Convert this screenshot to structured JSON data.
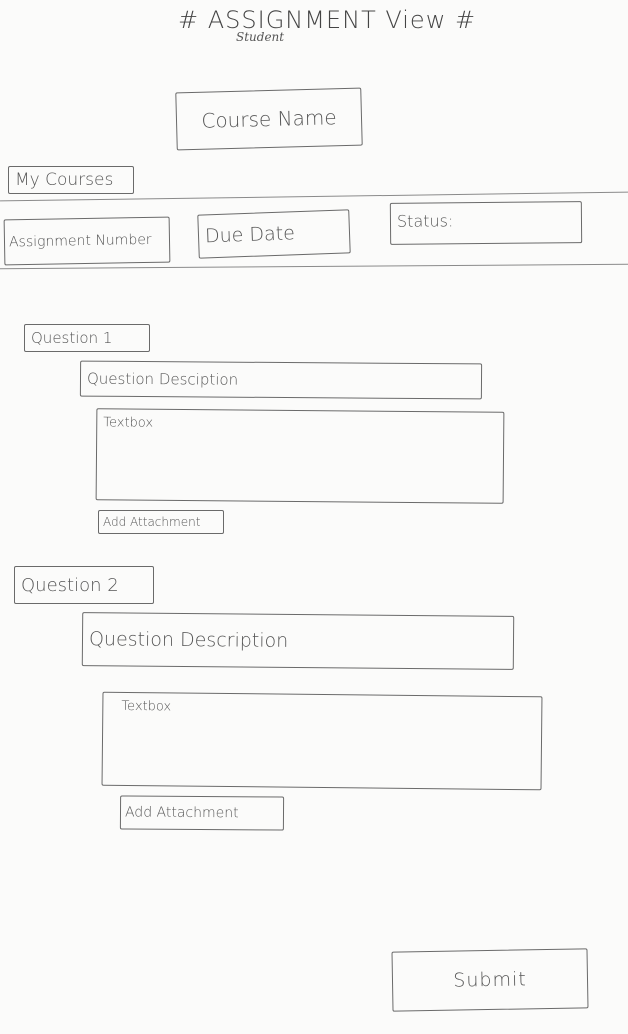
{
  "header": {
    "title": "# ASSIGNMENT View #",
    "subtitle": "Student"
  },
  "course": {
    "name": "Course Name"
  },
  "nav": {
    "my_courses_label": "My Courses"
  },
  "info_bar": {
    "assignment_number_label": "Assignment Number",
    "due_date_label": "Due Date",
    "status_label": "Status:"
  },
  "questions": [
    {
      "label": "Question 1",
      "description": "Question Desciption",
      "textbox_placeholder": "Textbox",
      "attachment_label": "Add Attachment"
    },
    {
      "label": "Question 2",
      "description": "Question Description",
      "textbox_placeholder": "Textbox",
      "attachment_label": "Add Attachment"
    }
  ],
  "footer": {
    "submit_label": "Submit"
  }
}
